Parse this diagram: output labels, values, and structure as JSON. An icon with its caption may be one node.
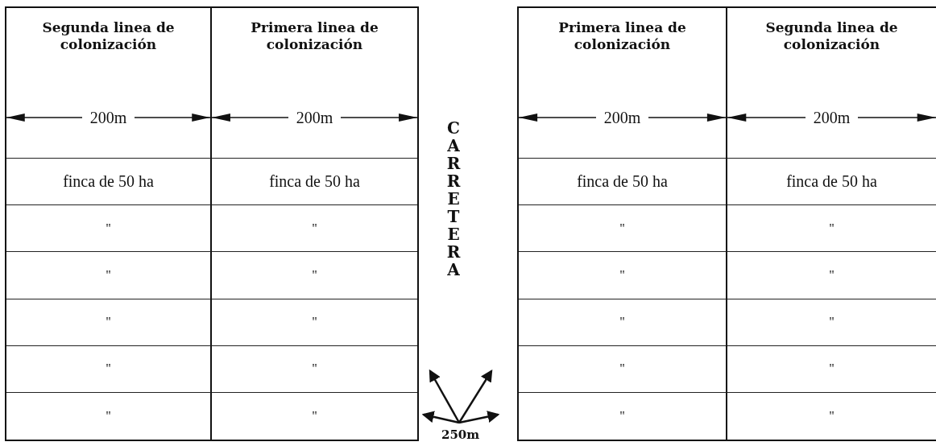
{
  "diagram": {
    "labels": [
      "Segunda linea de colonización",
      "Primera linea de colonización",
      "Primera linea de colonización",
      "Segunda linea de colonización",
      "200m",
      "200m",
      "200m",
      "200m",
      "CARRETERA",
      "finca de 50 ha",
      "finca de 50 ha",
      "finca de 50 ha",
      "finca de 50 ha",
      "\"",
      "\"",
      "\"",
      "\"",
      "\"",
      "\"",
      "\"",
      "\"",
      "\"",
      "\"",
      "\"",
      "\"",
      "\"",
      "\"",
      "\"",
      "\"",
      "\"",
      "\"",
      "\"",
      "\"",
      "250m"
    ]
  }
}
